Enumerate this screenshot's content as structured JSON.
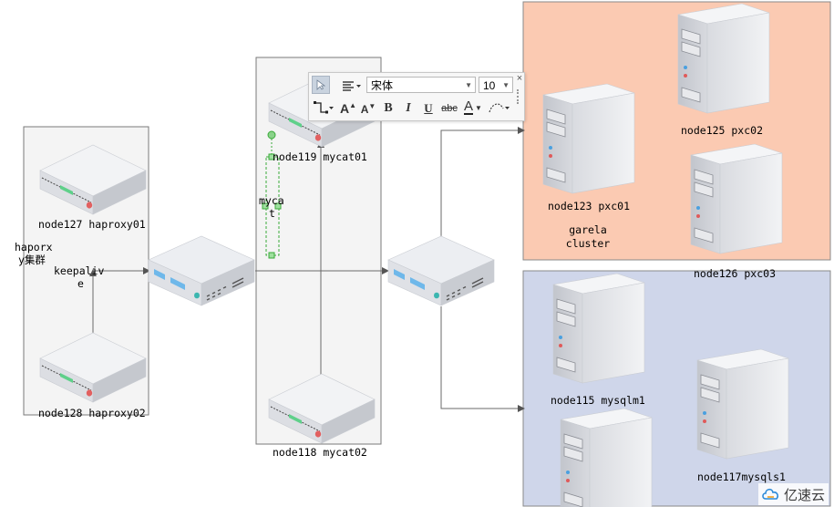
{
  "labels": {
    "haproxy01": "node127 haproxy01",
    "haproxy02": "node128 haproxy02",
    "haproxy_cluster_line1": "haporx",
    "haproxy_cluster_line2": "y集群",
    "keepalive_line1": "keepaliv",
    "keepalive_line2": "e",
    "mycat01": "node119 mycat01",
    "mycat02": "node118 mycat02",
    "mycat_line1": "myca",
    "mycat_line2": "t",
    "pxc01": "node123 pxc01",
    "pxc02": "node125 pxc02",
    "pxc03": "node126 pxc03",
    "garela_line1": "garela",
    "garela_line2": "cluster",
    "mysqlm1": "node115 mysqlm1",
    "mysqls1": "node117mysqls1"
  },
  "toolbar": {
    "font_name": "宋体",
    "font_size": "10",
    "bold": "B",
    "italic": "I",
    "underline": "U",
    "strike": "abc",
    "font_color": "A",
    "grow": "A",
    "shrink": "A",
    "close": "×"
  },
  "colors": {
    "pxc_zone": "#fbcab2",
    "mysql_zone": "#cfd6ea",
    "group_box": "#f4f4f4",
    "selection": "#3aaa3a"
  },
  "watermark": "亿速云"
}
